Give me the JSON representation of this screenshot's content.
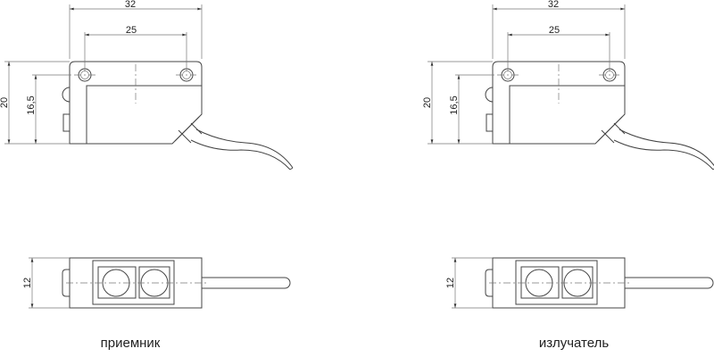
{
  "dimensions": {
    "width": "32",
    "hole_spacing": "25",
    "height": "20",
    "hole_height": "16,5",
    "depth": "12"
  },
  "views": [
    {
      "label": "приемник"
    },
    {
      "label": "излучатель"
    }
  ],
  "colors": {
    "line": "#444444",
    "thin": "#777777"
  }
}
